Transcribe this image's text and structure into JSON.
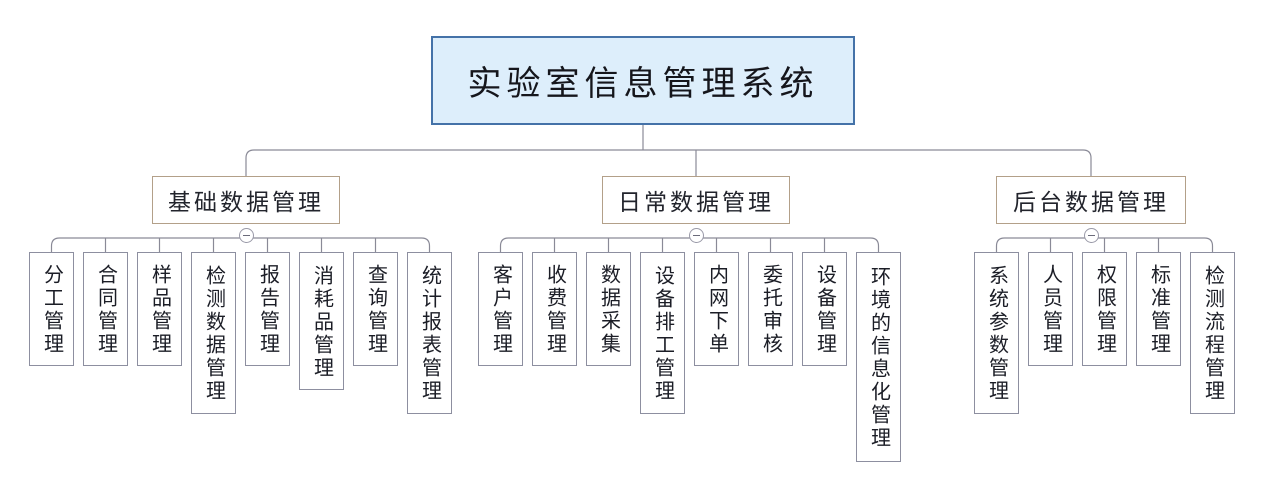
{
  "diagram": {
    "title": "实验室信息管理系统",
    "root": {
      "label": "实验室信息管理系统",
      "fill_color": "#ddeefb",
      "border_color": "#4472a8"
    },
    "toggle_icon": "collapse-minus-icon",
    "groups": [
      {
        "label": "基础数据管理",
        "border_color": "#b3a089",
        "children": [
          {
            "label": "分工管理"
          },
          {
            "label": "合同管理"
          },
          {
            "label": "样品管理"
          },
          {
            "label": "检测数据管理"
          },
          {
            "label": "报告管理"
          },
          {
            "label": "消耗品管理"
          },
          {
            "label": "查询管理"
          },
          {
            "label": "统计报表管理"
          }
        ]
      },
      {
        "label": "日常数据管理",
        "border_color": "#b3a089",
        "children": [
          {
            "label": "客户管理"
          },
          {
            "label": "收费管理"
          },
          {
            "label": "数据采集"
          },
          {
            "label": "设备排工管理"
          },
          {
            "label": "内网下单"
          },
          {
            "label": "委托审核"
          },
          {
            "label": "设备管理"
          },
          {
            "label": "环境的信息化管理"
          }
        ]
      },
      {
        "label": "后台数据管理",
        "border_color": "#b3a089",
        "children": [
          {
            "label": "系统参数管理"
          },
          {
            "label": "人员管理"
          },
          {
            "label": "权限管理"
          },
          {
            "label": "标准管理"
          },
          {
            "label": "检测流程管理"
          }
        ]
      }
    ],
    "leaf_border_color": "#8d8fa0",
    "connector_color": "#8a8a97"
  }
}
